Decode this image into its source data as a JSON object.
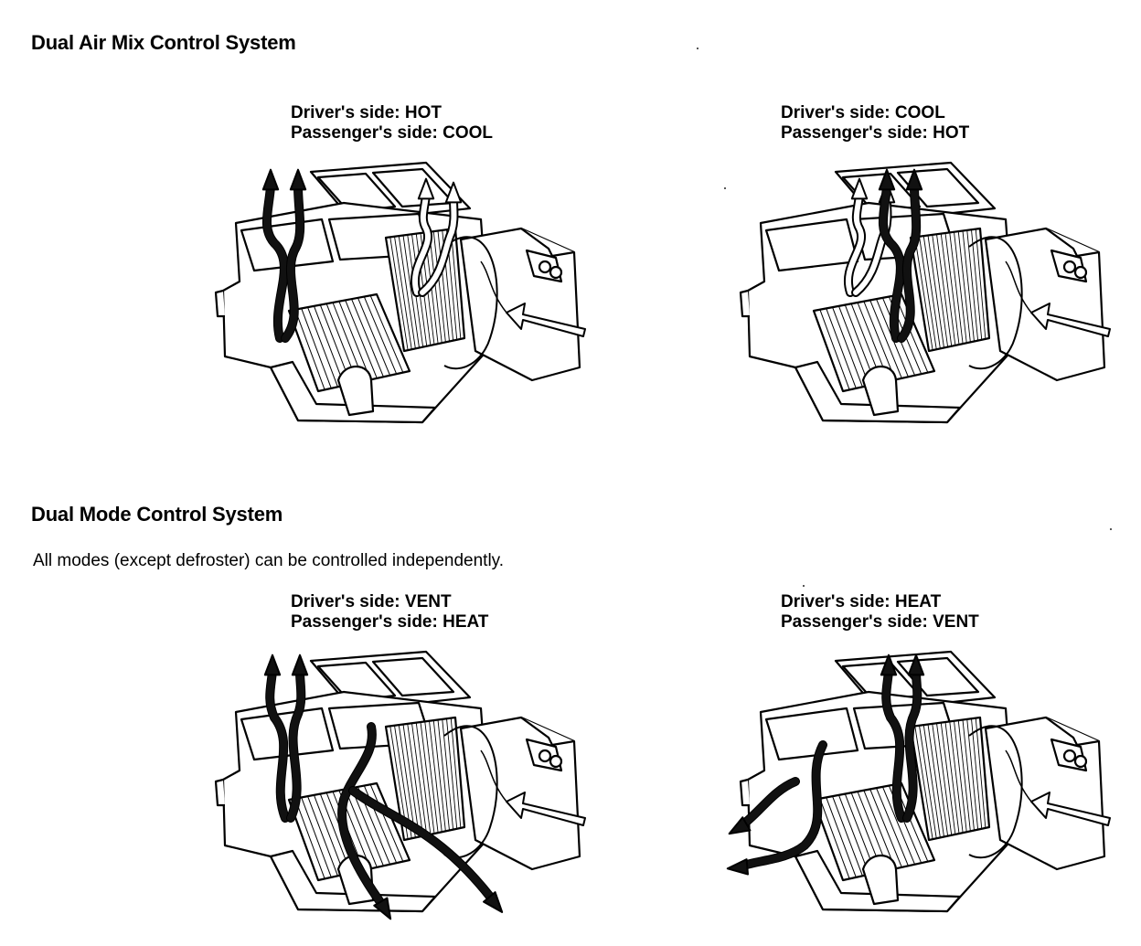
{
  "sections": [
    {
      "heading": "Dual Air Mix Control System",
      "note": "",
      "panels": [
        {
          "driver_line": "Driver's side: HOT",
          "passenger_line": "Passenger's side: COOL",
          "driver_flow": "hot",
          "passenger_flow": "cool"
        },
        {
          "driver_line": "Driver's side: COOL",
          "passenger_line": "Passenger's side: HOT",
          "driver_flow": "cool",
          "passenger_flow": "hot"
        }
      ]
    },
    {
      "heading": "Dual Mode Control System",
      "note": "All modes (except defroster) can be controlled independently.",
      "panels": [
        {
          "driver_line": "Driver's side: VENT",
          "passenger_line": "Passenger's side: HEAT",
          "driver_flow": "vent",
          "passenger_flow": "heat"
        },
        {
          "driver_line": "Driver's side: HEAT",
          "passenger_line": "Passenger's side: VENT",
          "driver_flow": "heat",
          "passenger_flow": "vent"
        }
      ]
    }
  ],
  "colors": {
    "ink": "#000000",
    "paper": "#ffffff",
    "cool_arrow_fill": "#ffffff",
    "hot_arrow_fill": "#111111"
  }
}
